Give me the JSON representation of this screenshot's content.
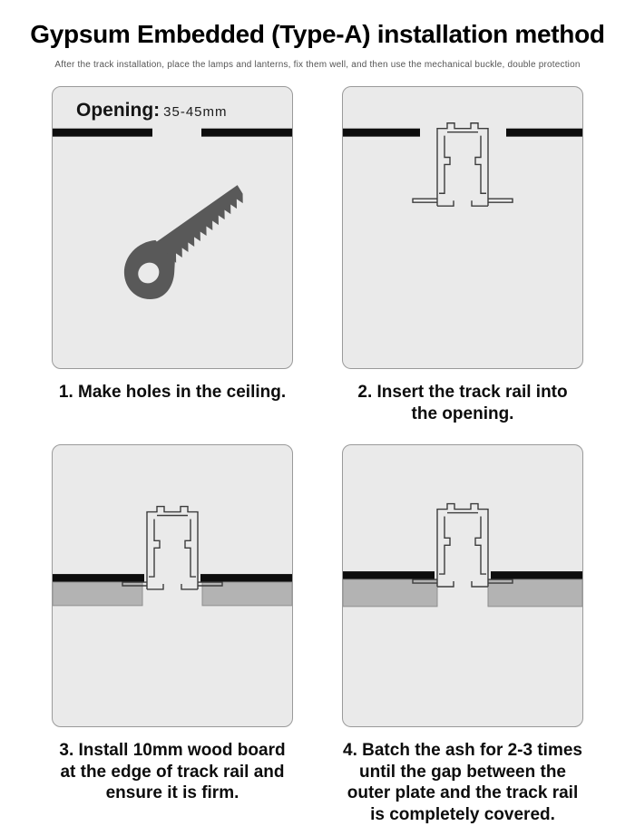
{
  "header": {
    "title": "Gypsum Embedded (Type-A) installation method",
    "subtitle": "After the track installation, place the lamps and lanterns, fix them well, and then use the mechanical buckle, double protection"
  },
  "steps": [
    {
      "caption": "1. Make holes in the ceiling.",
      "opening_label": "Opening:",
      "opening_value": "35-45mm"
    },
    {
      "caption": "2. Insert the track rail into the opening."
    },
    {
      "caption": "3. Install 10mm wood board at the edge of track rail and ensure it is firm."
    },
    {
      "caption": "4. Batch the ash for 2-3 times until the gap between the outer plate and the track rail is completely covered."
    }
  ],
  "icons": [
    {
      "name": "hand-saw-icon",
      "meaning": "cut opening in ceiling"
    },
    {
      "name": "track-rail-profile",
      "meaning": "magnetic track cross-section"
    }
  ],
  "colors": {
    "panel_bg": "#eaeaea",
    "ceiling_bar": "#0d0d0d",
    "wood_board": "#b3b3b3",
    "saw": "#595959",
    "rail_line": "#3c3c3c"
  }
}
